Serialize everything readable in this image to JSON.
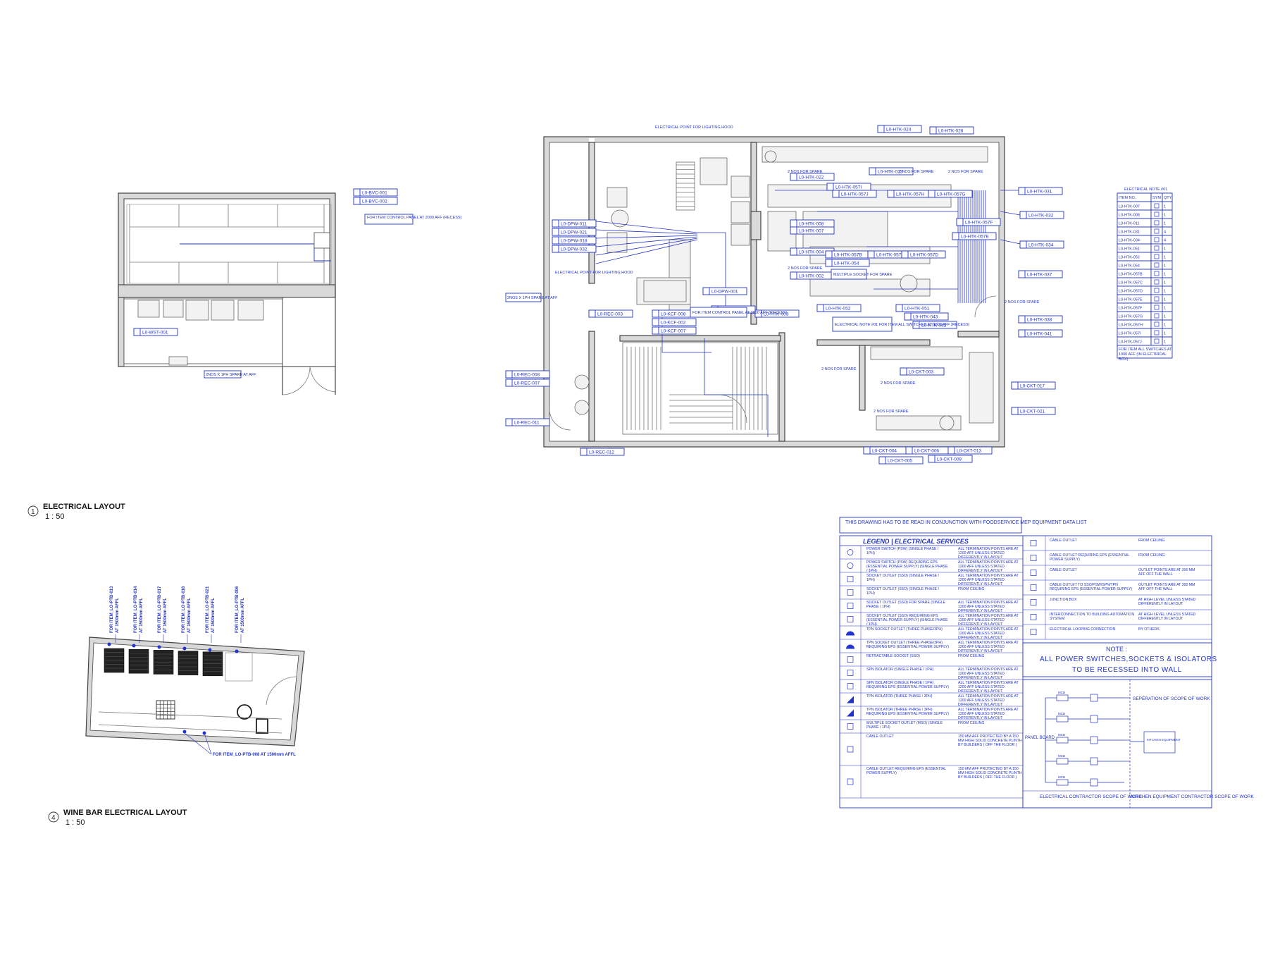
{
  "views": [
    {
      "number": "1",
      "title": "ELECTRICAL LAYOUT",
      "scale": "1 : 50"
    },
    {
      "number": "4",
      "title": "WINE BAR ELECTRICAL LAYOUT",
      "scale": "1 : 50"
    }
  ],
  "main_plan_tags": [
    "L0-HTK-024",
    "L0-HTK-026",
    "L0-HTK-023",
    "L0-HTK-022",
    "L0-HTK-031",
    "L0-HTK-057I",
    "L0-HTK-057J",
    "L0-HTK-057H",
    "L0-HTK-057G",
    "L0-HTK-057F",
    "L0-HTK-032",
    "L0-HTK-057E",
    "L0-HTK-034",
    "L0-HTK-008",
    "L0-HTK-007",
    "L0-HTK-004",
    "L0-HTK-057B",
    "L0-HTK-057C",
    "L0-HTK-057D",
    "L0-HTK-054",
    "L0-HTK-002",
    "L0-HTK-037",
    "L0-HTK-052",
    "L0-HTK-051",
    "L0-HTK-043",
    "L0-HTK-042",
    "L0-HTK-038",
    "L0-HTK-041",
    "L0-HTK-001",
    "L0-DPW-011",
    "L0-DPW-021",
    "L0-DPW-018",
    "L0-DPW-032",
    "L0-DPW-001",
    "L0-REC-003",
    "L0-KCF-008",
    "L0-KCF-002",
    "L0-KCF-007",
    "L0-HTK-003",
    "L0-REC-008",
    "L0-REC-007",
    "L0-REC-011",
    "L0-REC-012",
    "L0-CKT-003",
    "L0-CKT-017",
    "L0-CKT-021",
    "L0-CKT-004",
    "L0-CKT-006",
    "L0-CKT-013",
    "L0-CKT-009",
    "L0-CKT-005"
  ],
  "plan_notes": [
    "ELECTRICAL POINT FOR LIGHTING HOOD",
    "ELECTRICAL POINT FOR LIGHTING HOOD",
    "FOR ITEM CONTROL PANEL AT 2000 AFF (RECESS)",
    "FOR ITEM CONTROL PANEL AT 2000 AFF (RECESS)",
    "2 NOS FOR SPARE",
    "MULTIPLE SOCKET FOR SPARE",
    "ELECTRICAL NOTE #01 FOR ITEM ALL SWITCHES AT 1900 AFF (RECESS)",
    "2NOS X 1PH SPARE AT AFF"
  ],
  "left_plan_tags": [
    "L0-BVC-001",
    "L0-BVC-002",
    "L0-WST-001"
  ],
  "wine_bar_notes": [
    "FOR ITEM_LO-PTB-013 AT 1500mm AFFL",
    "FOR ITEM_LO-PTB-014 AT 1500mm AFFL",
    "FOR ITEM_LO-PTB-017 AT 1500mm AFFL",
    "FOR ITEM_LO-PTB-018 AT 1500mm AFFL",
    "FOR ITEM_LO-PTB-021 AT 1500mm AFFL",
    "FOR ITEM_LO-PTB-006 AT 1500mm AFFL",
    "FOR ITEM_LO-PTB-008 AT 1500mm AFFL"
  ],
  "note_table": {
    "title": "ELECTRICAL NOTE #01",
    "headers": [
      "ITEM NO.",
      "SYM",
      "QTY"
    ],
    "rows": [
      [
        "L0-HTK-007",
        "",
        "1"
      ],
      [
        "L0-HTK-008",
        "",
        "1"
      ],
      [
        "L0-HTK-011",
        "",
        "1"
      ],
      [
        "L0-HTK-031",
        "",
        "4"
      ],
      [
        "L0-HTK-034",
        "",
        "4"
      ],
      [
        "L0-HTK-051",
        "",
        "1"
      ],
      [
        "L0-HTK-052",
        "",
        "1"
      ],
      [
        "L0-HTK-054",
        "",
        "1"
      ],
      [
        "L0-HTK-057B",
        "",
        "1"
      ],
      [
        "L0-HTK-057C",
        "",
        "1"
      ],
      [
        "L0-HTK-057D",
        "",
        "1"
      ],
      [
        "L0-HTK-057E",
        "",
        "1"
      ],
      [
        "L0-HTK-057F",
        "",
        "1"
      ],
      [
        "L0-HTK-057G",
        "",
        "1"
      ],
      [
        "L0-HTK-057H",
        "",
        "1"
      ],
      [
        "L0-HTK-057I",
        "",
        "1"
      ],
      [
        "L0-HTK-057J",
        "",
        "1"
      ]
    ],
    "footer": "FOR ITEM ALL SWITCHES AT 1900 AFF (IN ELECTRICAL BOX)"
  },
  "conjunction_note": "THIS DRAWING HAS TO BE READ IN CONJUNCTION WITH FOODSERVICE MEP EQUIPMENT DATA LIST",
  "legend": {
    "title": "LEGEND | ELECTRICAL SERVICES",
    "left_rows": [
      [
        "POWER SWITCH (PSW) (SINGLE PHASE / 1PH)",
        "ALL TERMINATION POINTS ARE AT 1200 AFF UNLESS STATED DIFFERENTLY IN LAYOUT"
      ],
      [
        "POWER SWITCH (PSW) REQUIRING EPS (ESSENTIAL POWER SUPPLY) (SINGLE PHASE / 1PH)",
        "ALL TERMINATION POINTS ARE AT 1200 AFF UNLESS STATED DIFFERENTLY IN LAYOUT"
      ],
      [
        "SOCKET OUTLET (SSO) (SINGLE PHASE / 1PH)",
        "ALL TERMINATION POINTS ARE AT 1200 AFF UNLESS STATED DIFFERENTLY IN LAYOUT"
      ],
      [
        "SOCKET OUTLET (SSO) (SINGLE PHASE / 1PH)",
        "FROM CEILING"
      ],
      [
        "SOCKET OUTLET (SSO) FOR SPARE (SINGLE PHASE / 1PH)",
        "ALL TERMINATION POINTS ARE AT 1200 AFF UNLESS STATED DIFFERENTLY IN LAYOUT"
      ],
      [
        "SOCKET OUTLET (SSO) REQUIRING EPS (ESSENTIAL POWER SUPPLY) (SINGLE PHASE / 1PH)",
        "ALL TERMINATION POINTS ARE AT 1200 AFF UNLESS STATED DIFFERENTLY IN LAYOUT"
      ],
      [
        "TPN SOCKET OUTLET (THREE PHASE/3PH)",
        "ALL TERMINATION POINTS ARE AT 1200 AFF UNLESS STATED DIFFERENTLY IN LAYOUT"
      ],
      [
        "TPN SOCKET OUTLET (THREE PHASE/3PH) REQUIRING EPS (ESSENTIAL POWER SUPPLY)",
        "ALL TERMINATION POINTS ARE AT 1200 AFF UNLESS STATED DIFFERENTLY IN LAYOUT"
      ],
      [
        "RETRACTABLE SOCKET (SSO)",
        "FROM CEILING"
      ],
      [
        "SPN ISOLATOR (SINGLE PHASE / 1PH)",
        "ALL TERMINATION POINTS ARE AT 1200 AFF UNLESS STATED DIFFERENTLY IN LAYOUT"
      ],
      [
        "SPN ISOLATOR (SINGLE PHASE / 1PH) REQUIRING EPS (ESSENTIAL POWER SUPPLY)",
        "ALL TERMINATION POINTS ARE AT 1200 AFF UNLESS STATED DIFFERENTLY IN LAYOUT"
      ],
      [
        "TPN ISOLATOR (THREE PHASE / 3PH)",
        "ALL TERMINATION POINTS ARE AT 1200 AFF UNLESS STATED DIFFERENTLY IN LAYOUT"
      ],
      [
        "TPN ISOLATOR (THREE PHASE / 3PH) REQUIRING EPS (ESSENTIAL POWER SUPPLY)",
        "ALL TERMINATION POINTS ARE AT 1200 AFF UNLESS STATED DIFFERENTLY IN LAYOUT"
      ],
      [
        "MULTIPLE SOCKET OUTLET (MSO) (SINGLE PHASE / 1PH)",
        "FROM CEILING"
      ],
      [
        "CABLE OUTLET",
        "150 MM AFF PROTECTED BY A 150 MM HIGH SOLID CONCRETE PLINTH BY BUILDERS ( OFF THE FLOOR )"
      ],
      [
        "CABLE OUTLET REQUIRING EPS (ESSENTIAL POWER SUPPLY)",
        "150 MM AFF PROTECTED BY A 150 MM HIGH SOLID CONCRETE PLINTH BY BUILDERS ( OFF THE FLOOR )"
      ]
    ],
    "right_rows": [
      [
        "CABLE OUTLET",
        "FROM CEILING"
      ],
      [
        "CABLE OUTLET REQUIRING EPS (ESSENTIAL POWER SUPPLY)",
        "FROM CEILING"
      ],
      [
        "CABLE OUTLET",
        "OUTLET POINTS ARE AT 300 MM AFF OFF THE WALL"
      ],
      [
        "CABLE OUTLET TO SSO/PSW/SPN/TPN REQUIRING EPS (ESSENTIAL POWER SUPPLY)",
        "OUTLET POINTS ARE AT 300 MM AFF OFF THE WALL"
      ],
      [
        "JUNCTION BOX",
        "AT HIGH LEVEL UNLESS STATED DIFFERENTLY IN LAYOUT"
      ],
      [
        "INTERCONNECTION TO BUILDING AUTOMATION SYSTEM",
        "AT HIGH LEVEL UNLESS STATED DIFFERENTLY IN LAYOUT"
      ],
      [
        "ELECTRICAL LOOPING CONNECTION",
        "BY OTHERS"
      ]
    ],
    "note_title": "NOTE :",
    "note_line1": "ALL POWER SWITCHES,SOCKETS & ISOLATORS",
    "note_line2": "TO BE RECESSED INTO WALL",
    "scope": {
      "separation": "SEPERATION OF SCOPE OF WORK",
      "panel": "PANEL BOARD",
      "electrical": "ELECTRICAL CONTRACTOR SCOPE OF WORK",
      "kitchen": "KITCHEN EQUIPMENT CONTRACTOR SCOPE OF WORK",
      "kitchen_equipment": "KITCHEN EQUIPMENT",
      "mcb": "MCB"
    }
  },
  "colors": {
    "ink": "#2233cc",
    "wall": "#d9d9d9",
    "text": "#111111"
  }
}
